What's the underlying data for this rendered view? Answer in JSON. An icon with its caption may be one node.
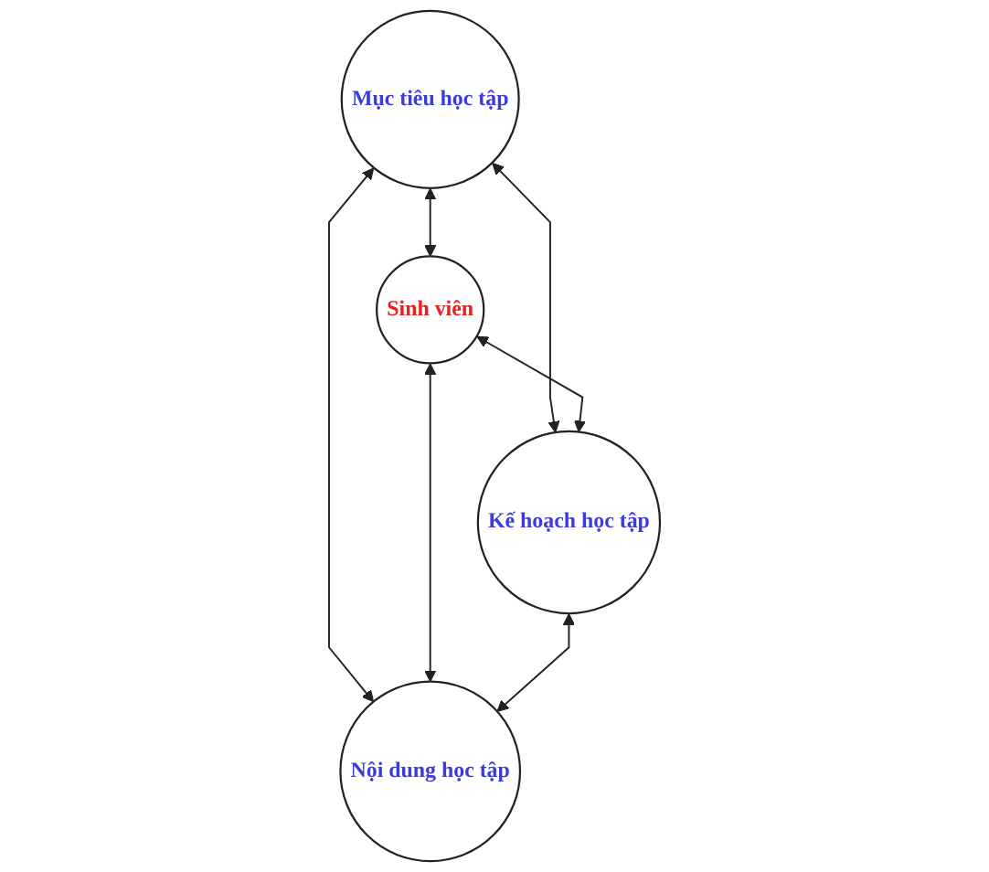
{
  "diagram": {
    "nodes": [
      {
        "text": [
          "Mục tiêu học tập"
        ]
      },
      {
        "text": [
          "Sinh viên"
        ]
      },
      {
        "text": [
          "Kế hoạch học tập"
        ]
      },
      {
        "text": [
          "Nội dung học tập"
        ]
      }
    ],
    "edges": [
      {
        "from": 0,
        "to": 1,
        "arrow": "both"
      },
      {
        "from": 0,
        "to": 2,
        "arrow": "both"
      },
      {
        "from": 0,
        "to": 3,
        "arrow": "both"
      },
      {
        "from": 1,
        "to": 2,
        "arrow": "both"
      },
      {
        "from": 1,
        "to": 3,
        "arrow": "both"
      },
      {
        "from": 2,
        "to": 3,
        "arrow": "both"
      }
    ]
  }
}
